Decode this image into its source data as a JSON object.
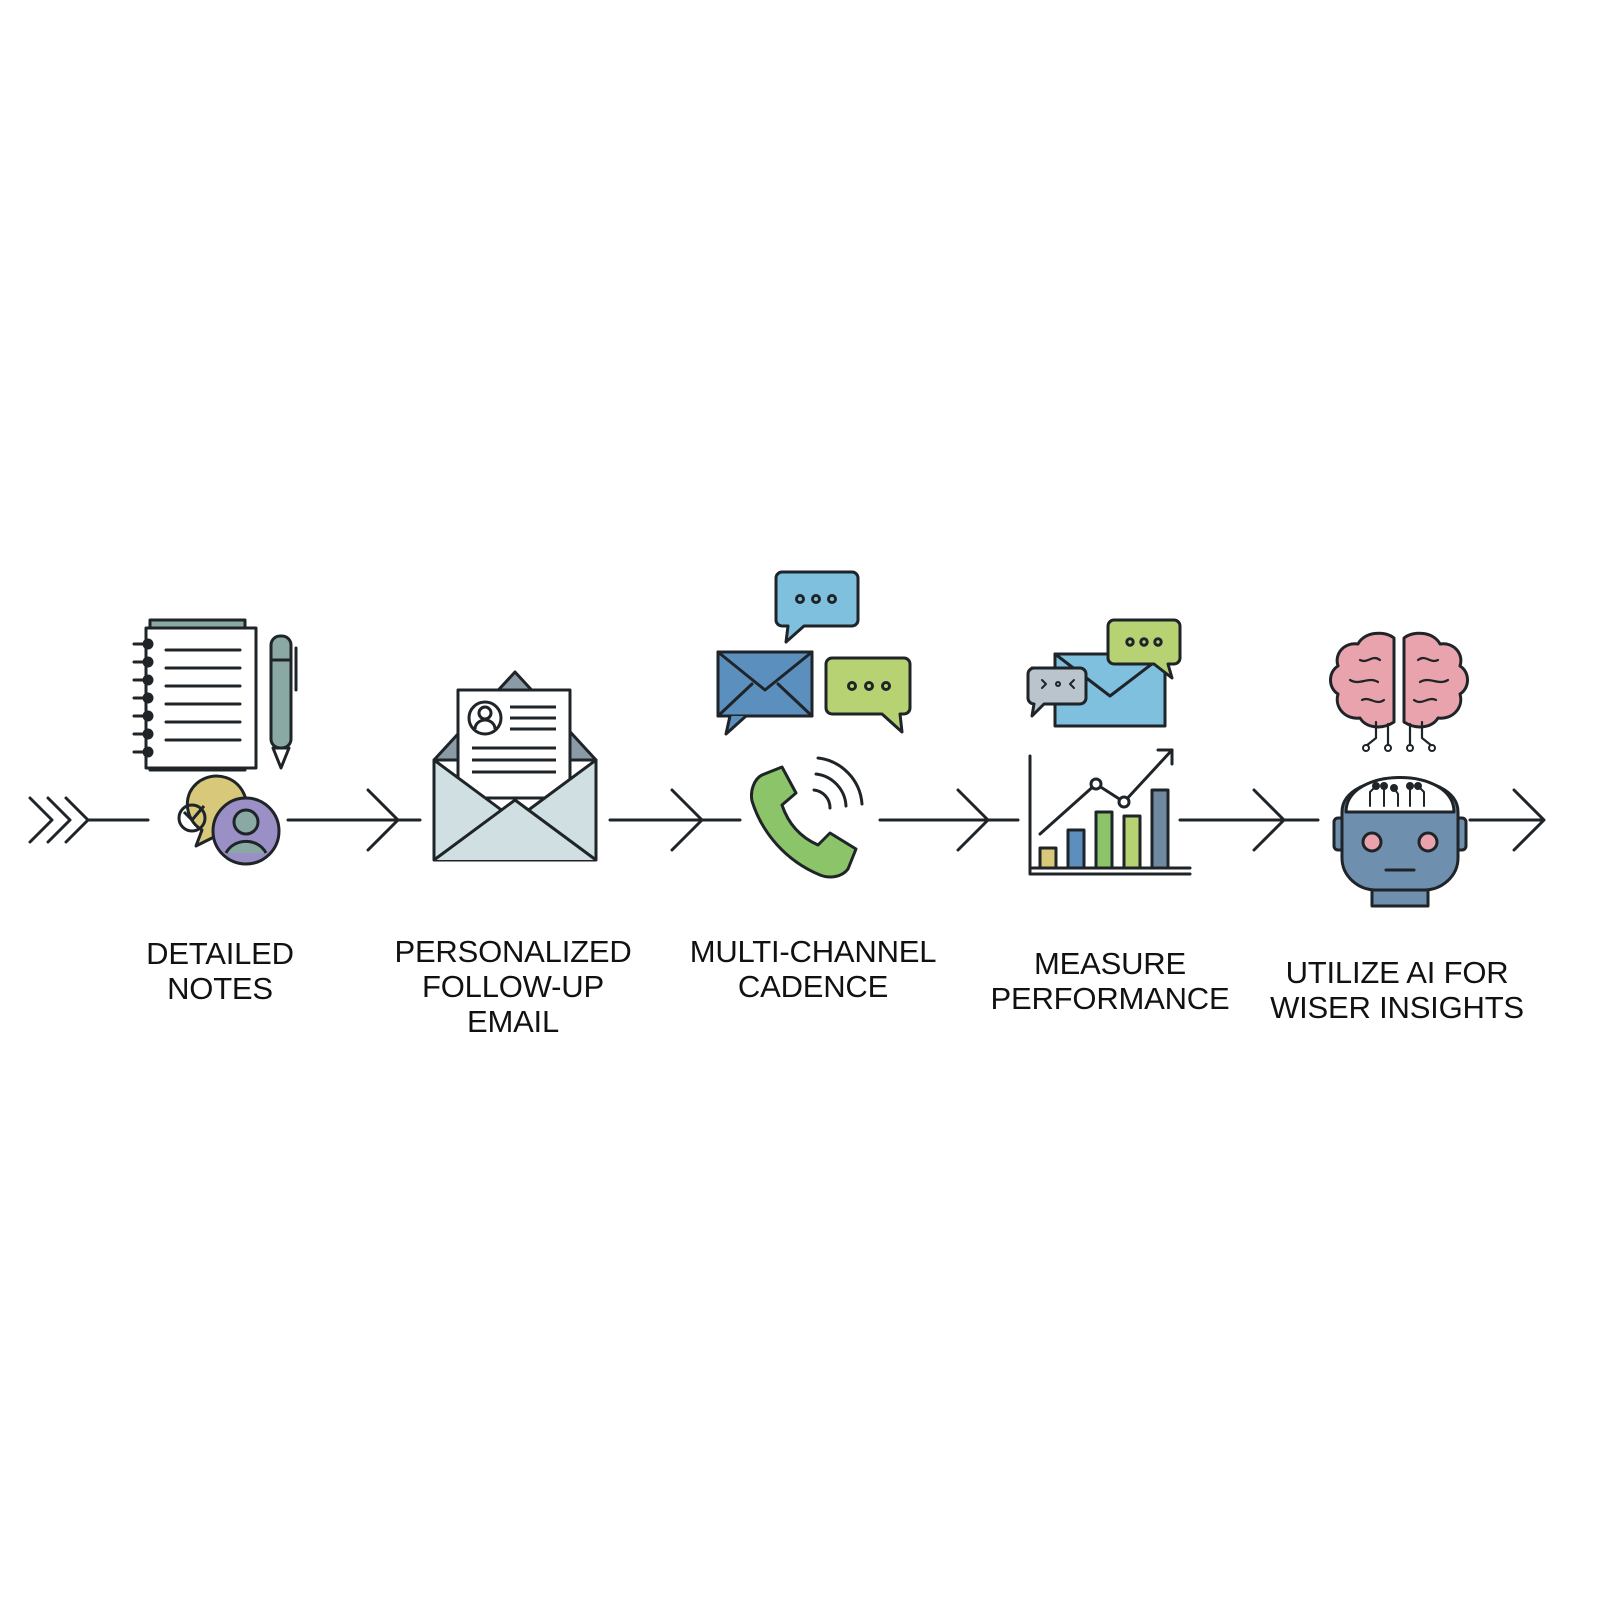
{
  "colors": {
    "stroke": "#1f2428",
    "yellow": "#d8c97a",
    "purple": "#9a90c6",
    "teal": "#8aa9a4",
    "slate": "#6f8aa0",
    "blue": "#5b8fbd",
    "light_blue": "#7fc0de",
    "green": "#b7d272",
    "phone_green": "#8cc46a",
    "envelope": "#cfdfe2",
    "brain_pink": "#e8a3ad",
    "robot_blue": "#6f8fae",
    "gray": "#b9c4cc"
  },
  "steps": [
    {
      "label": "DETAILED\nNOTES",
      "icon": "notebook-pen-icon"
    },
    {
      "label": "PERSONALIZED\nFOLLOW-UP\nEMAIL",
      "icon": "envelope-letter-icon"
    },
    {
      "label": "MULTI-CHANNEL\nCADENCE",
      "icon": "phone-messages-icon"
    },
    {
      "label": "MEASURE\nPERFORMANCE",
      "icon": "bar-chart-icon"
    },
    {
      "label": "UTILIZE AI FOR\nWISER INSIGHTS",
      "icon": "ai-robot-brain-icon"
    }
  ]
}
